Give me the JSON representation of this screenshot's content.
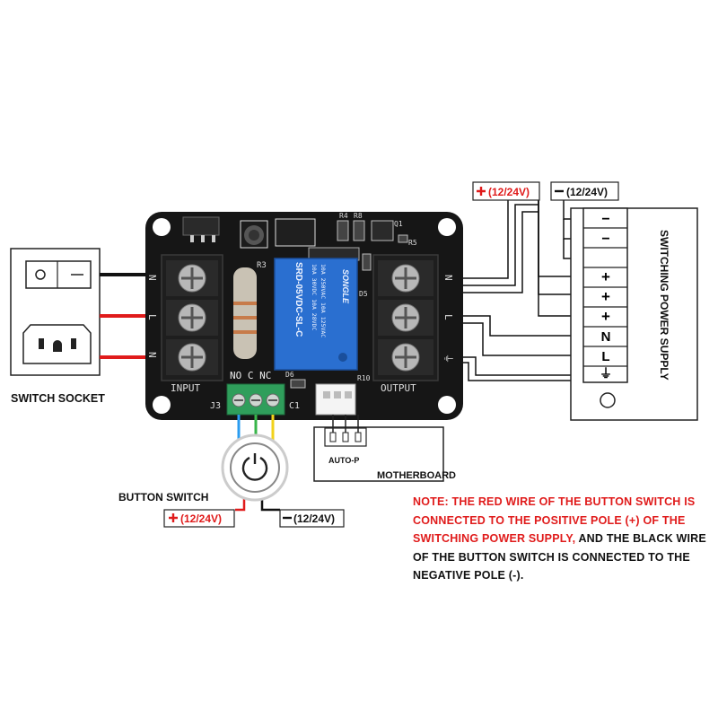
{
  "labels": {
    "switch_socket": "SWITCH SOCKET",
    "button_switch": "BUTTON SWITCH",
    "switching_power_supply": "SWITCHING POWER SUPPLY",
    "motherboard": "MOTHERBOARD",
    "auto_p": "AUTO-P",
    "plus_12_24": "(12/24V)",
    "minus_12_24": "(12/24V)"
  },
  "psu_terminals": [
    "−",
    "−",
    "+",
    "+",
    "+",
    "N",
    "L",
    "⏚"
  ],
  "board": {
    "input_label": "INPUT",
    "output_label": "OUTPUT",
    "j3": "J3",
    "c1": "C1",
    "d6": "D6",
    "r10": "R10",
    "r3": "R3",
    "r4": "R4",
    "r8": "R8",
    "r5": "R5",
    "d5": "D5",
    "q1": "Q1",
    "no_c_nc": "NO C NC",
    "input_side": [
      "N",
      "L",
      "N"
    ],
    "output_side": [
      "N",
      "L",
      "⏚"
    ],
    "relay_brand": "SONGLE",
    "relay_model": "SRD-05VDC-SL-C",
    "relay_lines": [
      "10A 250VAC  10A 125VAC",
      "10A 30VDC   10A 28VDC"
    ]
  },
  "note": {
    "red_part": "NOTE: THE RED WIRE OF THE BUTTON SWITCH IS CONNECTED TO THE POSITIVE POLE (+) OF THE SWITCHING POWER SUPPLY,",
    "black_part": " AND THE BLACK WIRE OF THE BUTTON SWITCH IS CONNECTED TO THE NEGATIVE POLE (-)."
  },
  "colors": {
    "wire_red": "#e01b1b",
    "wire_black": "#111111",
    "wire_blue": "#2b9cf0",
    "wire_green": "#38b54a",
    "wire_yellow": "#f2d21a",
    "board": "#161616",
    "relay": "#2a6fd0",
    "terminal_green": "#2f9e5b"
  }
}
